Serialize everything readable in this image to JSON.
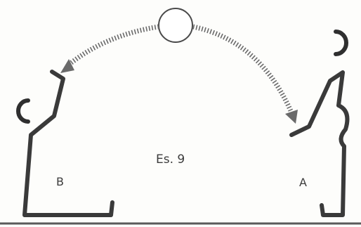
{
  "exercise_label": "Es. 9",
  "players": [
    {
      "id": "B",
      "label": "B"
    },
    {
      "id": "A",
      "label": "A"
    }
  ],
  "colors": {
    "figure": "#3a3a3a",
    "trajectory": "#6a6a6a",
    "background": "#fdfdfb"
  }
}
